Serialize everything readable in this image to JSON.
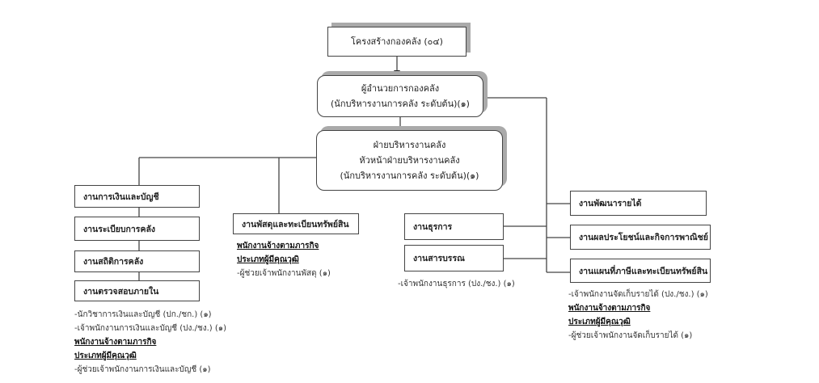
{
  "title": "โครงสร้างกองคลัง (๐๔)",
  "director": {
    "line1": "ผู้อำนวยการกองคลัง",
    "line2": "(นักบริหารงานการคลัง ระดับต้น)(๑)"
  },
  "division": {
    "line1": "ฝ่ายบริหารงานคลัง",
    "line2": "หัวหน้าฝ่ายบริหารงานคลัง",
    "line3": "(นักบริหารงานการคลัง ระดับต้น)(๑)"
  },
  "left_units": [
    "งานการเงินและบัญชี",
    "งานระเบียบการคลัง",
    "งานสถิติการคลัง",
    "งานตรวจสอบภายใน"
  ],
  "left_note": {
    "lines": [
      "-นักวิชาการเงินและบัญชี (ปก./ชก.) (๑)",
      "-เจ้าพนักงานการเงินและบัญชี (ปง./ชง.) (๑)"
    ],
    "heading1": "พนักงานจ้างตามภารกิจ",
    "heading2": "ประเภทผู้มีคุณวุฒิ",
    "staff": "-ผู้ช่วยเจ้าพนักงานการเงินและบัญชี (๑)"
  },
  "supply_unit": "งานพัสดุและทะเบียนทรัพย์สิน",
  "supply_note": {
    "heading1": "พนักงานจ้างตามภารกิจ",
    "heading2": "ประเภทผู้มีคุณวุฒิ",
    "staff": "-ผู้ช่วยเจ้าพนักงานพัสดุ (๑)"
  },
  "admin_units": [
    "งานธุรการ",
    "งานสารบรรณ"
  ],
  "admin_note": "-เจ้าพนักงานธุรการ (ปง./ชง.) (๑)",
  "right_units": [
    "งานพัฒนารายได้",
    "งานผลประโยชน์และกิจการพาณิชย์",
    "งานแผนที่ภาษีและทะเบียนทรัพย์สิน"
  ],
  "right_note": {
    "line": "-เจ้าพนักงานจัดเก็บรายได้ (ปง./ชง.) (๑)",
    "heading1": "พนักงานจ้างตามภารกิจ",
    "heading2": "ประเภทผู้มีคุณวุฒิ",
    "staff": "-ผู้ช่วยเจ้าพนักงานจัดเก็บรายได้ (๑)"
  }
}
